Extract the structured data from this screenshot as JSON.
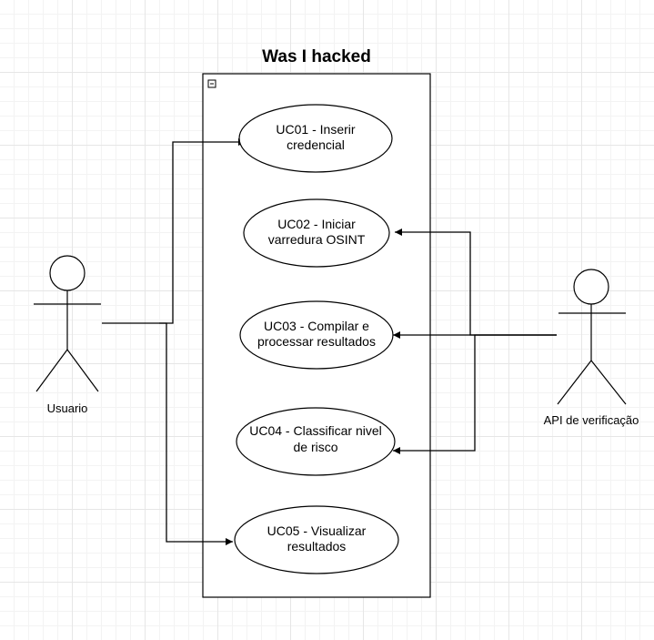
{
  "system": {
    "title": "Was I hacked",
    "collapse_icon": "minus-box-icon"
  },
  "use_cases": [
    {
      "id": "uc01",
      "lines": [
        "UC01 - Inserir",
        "credencial"
      ]
    },
    {
      "id": "uc02",
      "lines": [
        "UC02 - Iniciar",
        "varredura OSINT"
      ]
    },
    {
      "id": "uc03",
      "lines": [
        "UC03 - Compilar e",
        "processar resultados"
      ]
    },
    {
      "id": "uc04",
      "lines": [
        "UC04 - Classificar nivel",
        "de risco"
      ]
    },
    {
      "id": "uc05",
      "lines": [
        "UC05 - Visualizar",
        "resultados"
      ]
    }
  ],
  "actors": {
    "user": {
      "label": "Usuario"
    },
    "api": {
      "label": "API de verificação"
    }
  },
  "associations": [
    {
      "from": "Usuario",
      "to": "UC01 - Inserir credencial"
    },
    {
      "from": "Usuario",
      "to": "UC05 - Visualizar resultados"
    },
    {
      "from": "API de verificação",
      "to": "UC02 - Iniciar varredura OSINT"
    },
    {
      "from": "API de verificação",
      "to": "UC03 - Compilar e processar resultados"
    },
    {
      "from": "API de verificação",
      "to": "UC04 - Classificar nivel de risco"
    }
  ],
  "colors": {
    "line": "#000000",
    "fill": "#ffffff",
    "grid": "#e6e6e6"
  }
}
